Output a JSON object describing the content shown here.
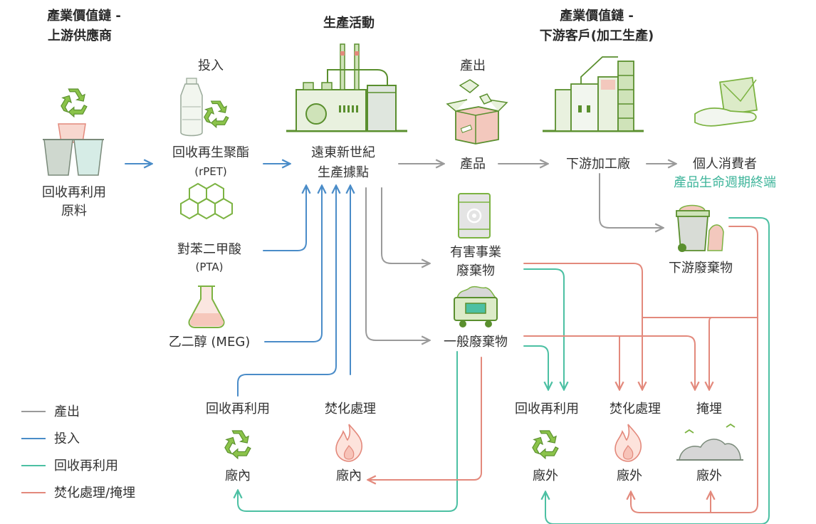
{
  "headers": {
    "upstream_line1": "產業價值鏈 -",
    "upstream_line2": "上游供應商",
    "production": "生產活動",
    "downstream_line1": "產業價值鏈 -",
    "downstream_line2": "下游客戶(加工生產)"
  },
  "labels": {
    "input": "投入",
    "output": "產出",
    "raw_line1": "回收再利用",
    "raw_line2": "原料",
    "rpet_line1": "回收再生聚酯",
    "rpet_line2": "(rPET)",
    "pta_line1": "對苯二甲酸",
    "pta_line2": "(PTA)",
    "meg": "乙二醇 (MEG)",
    "site_line1": "遠東新世紀",
    "site_line2": "生產據點",
    "product": "產品",
    "processor": "下游加工廠",
    "consumer": "個人消費者",
    "endoflife": "產品生命週期終端",
    "hazard_line1": "有害事業",
    "hazard_line2": "廢棄物",
    "general_waste": "一般廢棄物",
    "downstream_waste": "下游廢棄物",
    "recycle_in": "回收再利用",
    "incinerate_in": "焚化處理",
    "in_plant_1": "廠內",
    "in_plant_2": "廠內",
    "recycle_out": "回收再利用",
    "incinerate_out": "焚化處理",
    "landfill": "掩埋",
    "out_plant_1": "廠外",
    "out_plant_2": "廠外",
    "out_plant_3": "廠外"
  },
  "legend": [
    {
      "label": "產出",
      "color": "#9a9a9a"
    },
    {
      "label": "投入",
      "color": "#4a8cc8"
    },
    {
      "label": "回收再利用",
      "color": "#4cc0a3"
    },
    {
      "label": "焚化處理/掩埋",
      "color": "#e3897c"
    }
  ],
  "colors": {
    "output_flow": "#9a9a9a",
    "input_flow": "#4a8cc8",
    "recycle_flow": "#4cc0a3",
    "disposal_flow": "#e3897c",
    "icon_green": "#7cb342",
    "icon_dark_green": "#5a8f2e",
    "teal_text": "#3fb59b"
  },
  "icons": [
    "recycle-icon",
    "cups-icon",
    "bottle-icon",
    "hexagon-molecule-icon",
    "flask-icon",
    "factory-icon",
    "box-icon",
    "plant-icon",
    "hand-envelope-icon",
    "biohazard-barrel-icon",
    "dumpster-icon",
    "trash-bin-icon",
    "flame-icon",
    "landfill-icon"
  ]
}
